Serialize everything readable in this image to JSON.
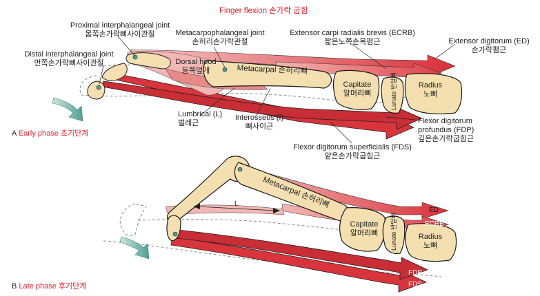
{
  "title": "Finger flexion 손가락 굽힘",
  "labels": {
    "pip_en": "Proximal interphalangeal joint",
    "pip_ko": "몸쪽손가락뼈사이관절",
    "dip_en": "Distal interphalangeal joint",
    "dip_ko": "먼쪽손가락뼈사이관절",
    "mcp_en": "Metacarpophalangeal joint",
    "mcp_ko": "손허리손가락관절",
    "ecrb_en": "Extensor carpi radialis brevis (ECRB)",
    "ecrb_ko": "짧은노쪽손목폄근",
    "ed_en": "Extensor digitorum (ED)",
    "ed_ko": "손가락폄근",
    "hood_en": "Dorsal hood",
    "hood_ko": "등쪽덮개",
    "metacarpal_a": "Metacarpal 손허리뼈",
    "capitate_a_en": "Capitate",
    "capitate_a_ko": "알머리뼈",
    "lunate_a_en": "Lunate",
    "lunate_a_ko": "반달뼈",
    "radius_a_en": "Radius",
    "radius_a_ko": "노뼈",
    "lumbrical_en": "Lumbrical (L)",
    "lumbrical_ko": "벌레근",
    "interosseus_en": "Interosseus (I)",
    "interosseus_ko": "뼈사이근",
    "fdp_en": "Flexor digitorum",
    "fdp_en2": "profundus (FDP)",
    "fdp_ko": "깊은손가락굽힘근",
    "fds_en": "Flexor digitorum superficialis (FDS)",
    "fds_ko": "얕은손가락굽힘근",
    "phase_a_letter": "A",
    "phase_a": "Early phase 초기단계",
    "phase_b_letter": "B",
    "phase_b": "Late phase 후기단계",
    "metacarpal_b": "Metacarpal 손허리뼈",
    "capitate_b_en": "Capitate",
    "capitate_b_ko": "알머리뼈",
    "lunate_b_en": "Lunate",
    "lunate_b_ko": "반달뼈",
    "radius_b_en": "Radius",
    "radius_b_ko": "노뼈",
    "arrow_ed": "ED",
    "arrow_ecrb": "ECRB",
    "arrow_fdp": "FDP",
    "arrow_fds": "FDS",
    "arrow_l": "L"
  },
  "colors": {
    "bone": "#f3dfb0",
    "bone_stroke": "#1a1a1a",
    "muscle_red": "#d9343c",
    "muscle_light": "#f2b7b4",
    "label_red": "#e8202a",
    "motion_arrow": "#5aa79a"
  }
}
